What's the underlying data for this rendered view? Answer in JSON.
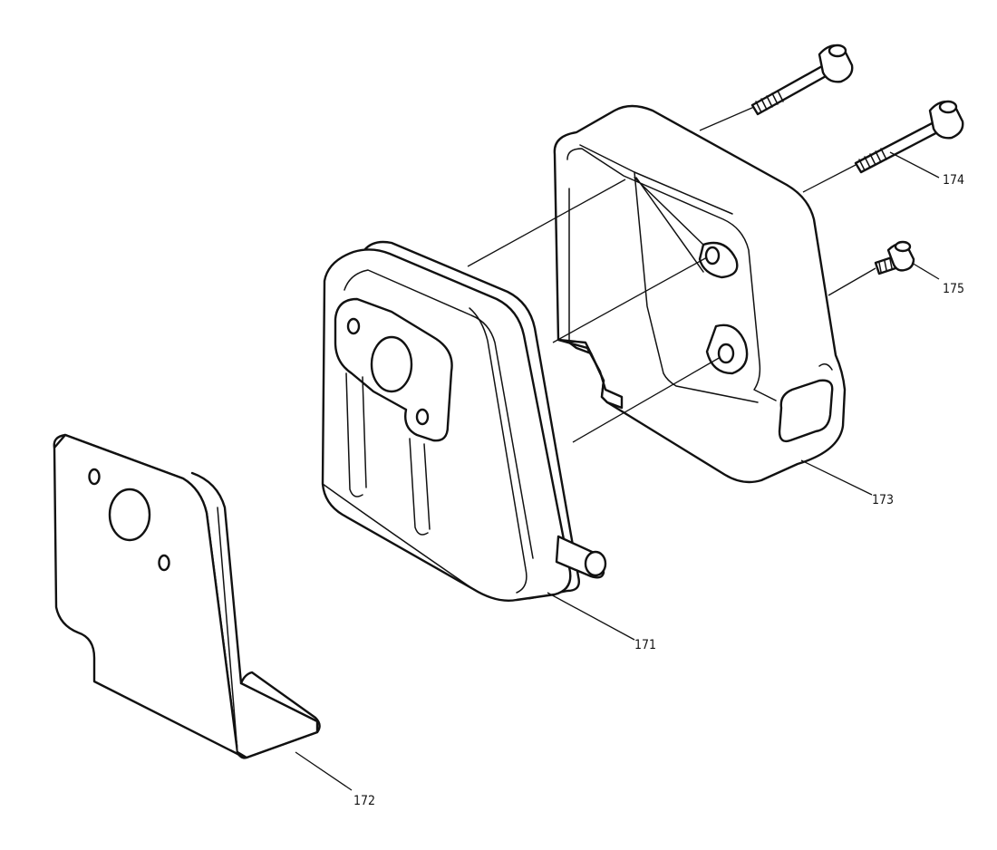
{
  "diagram": {
    "callouts": {
      "muffler": "171",
      "bracket": "172",
      "cover": "173",
      "long_bolt": "174",
      "screw": "175"
    }
  }
}
